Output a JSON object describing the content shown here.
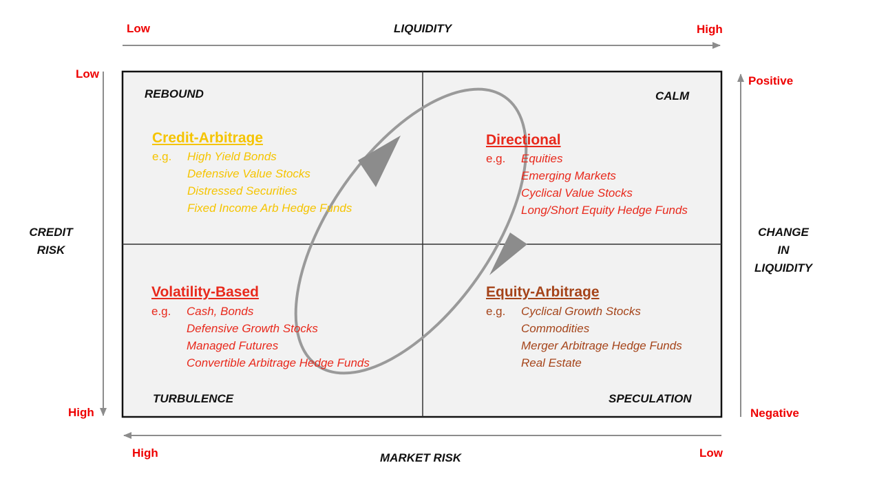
{
  "colors": {
    "red": "#ee0000",
    "yellow": "#f5c400",
    "orange_red": "#e8291c",
    "brown": "#a5441a",
    "quadrant_bg": "#f2f2f2",
    "arrow_gray": "#8c8c8c"
  },
  "top_axis": {
    "title": "LIQUIDITY",
    "low": "Low",
    "high": "High"
  },
  "bottom_axis": {
    "title": "MARKET RISK",
    "high": "High",
    "low": "Low"
  },
  "left_axis": {
    "title_line1": "CREDIT",
    "title_line2": "RISK",
    "low": "Low",
    "high": "High"
  },
  "right_axis": {
    "title_line1": "CHANGE",
    "title_line2": "IN",
    "title_line3": "LIQUIDITY",
    "positive": "Positive",
    "negative": "Negative"
  },
  "quadrants": {
    "rebound": {
      "name": "REBOUND",
      "heading": "Credit-Arbitrage",
      "eg": "e.g.",
      "items": [
        "High Yield Bonds",
        "Defensive Value Stocks",
        "Distressed Securities",
        "Fixed Income Arb Hedge Funds"
      ]
    },
    "calm": {
      "name": "CALM",
      "heading": "Directional",
      "eg": "e.g.",
      "items": [
        "Equities",
        "Emerging Markets",
        "Cyclical Value Stocks",
        "Long/Short Equity Hedge Funds"
      ]
    },
    "turbulence": {
      "name": "TURBULENCE",
      "heading": "Volatility-Based",
      "eg": "e.g.",
      "items": [
        "Cash, Bonds",
        "Defensive Growth Stocks",
        "Managed Futures",
        "Convertible Arbitrage Hedge Funds"
      ]
    },
    "speculation": {
      "name": "SPECULATION",
      "heading": "Equity-Arbitrage",
      "eg": "e.g.",
      "items": [
        "Cyclical Growth Stocks",
        "Commodities",
        "Merger Arbitrage Hedge Funds",
        "Real Estate"
      ]
    }
  }
}
